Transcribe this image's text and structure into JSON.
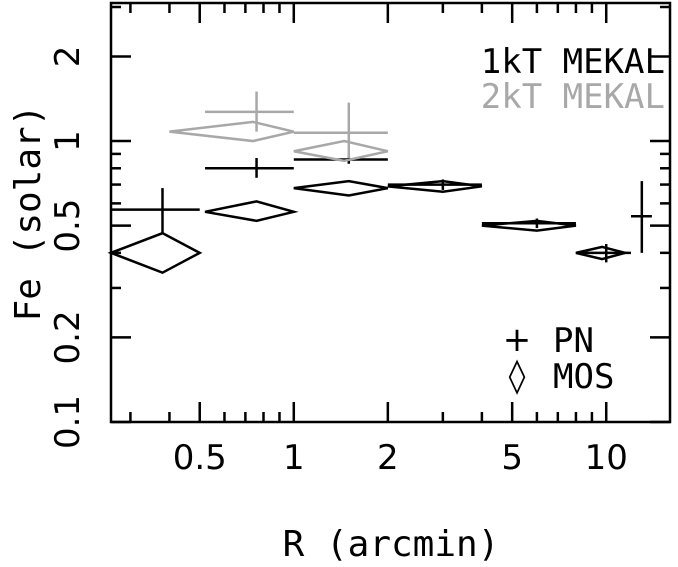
{
  "chart_data": {
    "type": "scatter",
    "title": "",
    "xlabel": "R (arcmin)",
    "ylabel": "Fe (solar)",
    "xscale": "log",
    "yscale": "log",
    "xlim": [
      0.26,
      16
    ],
    "ylim": [
      0.1,
      3.1
    ],
    "x_tick_labels": [
      {
        "value": 0.5,
        "label": "0.5"
      },
      {
        "value": 1,
        "label": "1"
      },
      {
        "value": 2,
        "label": "2"
      },
      {
        "value": 5,
        "label": "5"
      },
      {
        "value": 10,
        "label": "10"
      }
    ],
    "y_tick_labels": [
      {
        "value": 0.1,
        "label": "0.1"
      },
      {
        "value": 0.2,
        "label": "0.2"
      },
      {
        "value": 0.5,
        "label": "0.5"
      },
      {
        "value": 1,
        "label": "1"
      },
      {
        "value": 2,
        "label": "2"
      }
    ],
    "model_labels": [
      {
        "text": "1kT MEKAL",
        "color": "#000000"
      },
      {
        "text": "2kT MEKAL",
        "color": "#a8a8a8"
      }
    ],
    "legend": {
      "placement": "bottom-right",
      "entries": [
        {
          "symbol": "+",
          "label": "PN"
        },
        {
          "symbol": "◊",
          "label": "MOS"
        }
      ]
    },
    "series": [
      {
        "model": "1kT MEKAL",
        "instrument": "PN",
        "color": "#000000",
        "marker": "cross",
        "points": [
          {
            "x": 0.38,
            "xlo": 0.26,
            "xhi": 0.5,
            "y": 0.57,
            "ylo": 0.47,
            "yhi": 0.68
          },
          {
            "x": 0.76,
            "xlo": 0.52,
            "xhi": 1.0,
            "y": 0.8,
            "ylo": 0.74,
            "yhi": 0.87
          },
          {
            "x": 1.5,
            "xlo": 1.0,
            "xhi": 2.0,
            "y": 0.86,
            "ylo": 0.83,
            "yhi": 0.89
          },
          {
            "x": 3.0,
            "xlo": 2.0,
            "xhi": 4.0,
            "y": 0.7,
            "ylo": 0.67,
            "yhi": 0.73
          },
          {
            "x": 6.0,
            "xlo": 4.0,
            "xhi": 8.0,
            "y": 0.51,
            "ylo": 0.49,
            "yhi": 0.53
          },
          {
            "x": 10.0,
            "xlo": 8.0,
            "xhi": 12.0,
            "y": 0.4,
            "ylo": 0.37,
            "yhi": 0.43
          },
          {
            "x": 13.0,
            "xlo": 12.0,
            "xhi": 14.0,
            "y": 0.54,
            "ylo": 0.4,
            "yhi": 0.72
          }
        ]
      },
      {
        "model": "2kT MEKAL",
        "instrument": "PN",
        "color": "#a8a8a8",
        "marker": "cross",
        "points": [
          {
            "x": 0.76,
            "xlo": 0.52,
            "xhi": 1.0,
            "y": 1.27,
            "ylo": 1.08,
            "yhi": 1.5
          },
          {
            "x": 1.5,
            "xlo": 1.0,
            "xhi": 2.0,
            "y": 1.07,
            "ylo": 0.87,
            "yhi": 1.37
          }
        ]
      },
      {
        "model": "1kT MEKAL",
        "instrument": "MOS",
        "color": "#000000",
        "marker": "diamond",
        "points": [
          {
            "x": 0.38,
            "xlo": 0.26,
            "xhi": 0.5,
            "y": 0.4,
            "ylo": 0.34,
            "yhi": 0.47
          },
          {
            "x": 0.76,
            "xlo": 0.52,
            "xhi": 1.0,
            "y": 0.56,
            "ylo": 0.52,
            "yhi": 0.61
          },
          {
            "x": 1.5,
            "xlo": 1.0,
            "xhi": 2.0,
            "y": 0.68,
            "ylo": 0.64,
            "yhi": 0.72
          },
          {
            "x": 3.0,
            "xlo": 2.0,
            "xhi": 4.0,
            "y": 0.69,
            "ylo": 0.66,
            "yhi": 0.72
          },
          {
            "x": 6.0,
            "xlo": 4.0,
            "xhi": 8.0,
            "y": 0.5,
            "ylo": 0.48,
            "yhi": 0.52
          },
          {
            "x": 9.7,
            "xlo": 8.0,
            "xhi": 11.5,
            "y": 0.4,
            "ylo": 0.38,
            "yhi": 0.42
          }
        ]
      },
      {
        "model": "2kT MEKAL",
        "instrument": "MOS",
        "color": "#a8a8a8",
        "marker": "diamond",
        "points": [
          {
            "x": 0.74,
            "xlo": 0.4,
            "xhi": 1.0,
            "y": 1.08,
            "ylo": 1.0,
            "yhi": 1.17
          },
          {
            "x": 1.45,
            "xlo": 1.0,
            "xhi": 2.0,
            "y": 0.92,
            "ylo": 0.85,
            "yhi": 1.0
          }
        ]
      }
    ]
  }
}
